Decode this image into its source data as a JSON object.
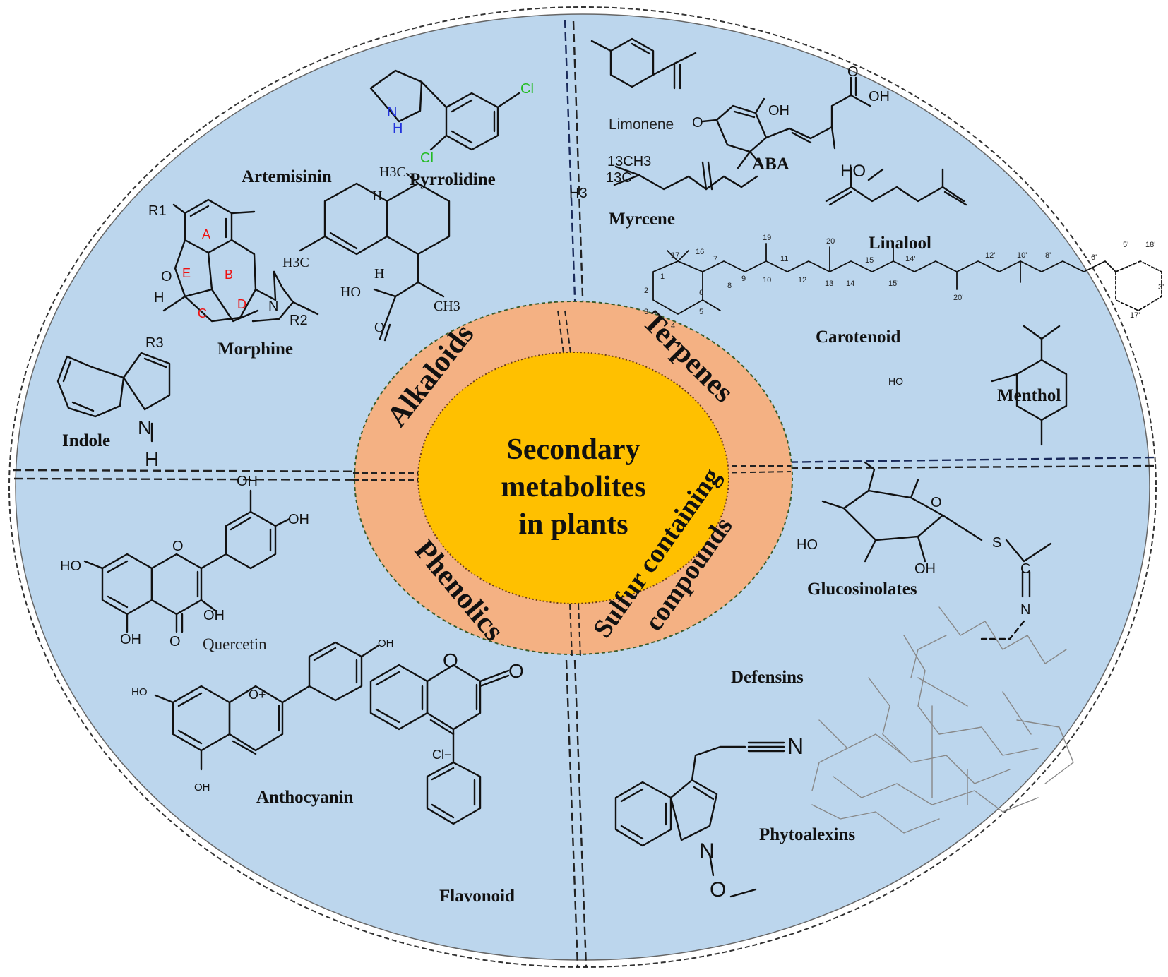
{
  "center": {
    "lines": [
      "Secondary",
      "metabolites",
      "in plants"
    ]
  },
  "ring_labels": {
    "alkaloids": "Alkaloids",
    "terpenes": "Terpenes",
    "phenolics": "Phenolics",
    "sulfur_line1": "Sulfur containing",
    "sulfur_line2": "compounds"
  },
  "compounds": {
    "artemisinin": "Artemisinin",
    "pyrrolidine": "Pyrrolidine",
    "morphine": "Morphine",
    "indole": "Indole",
    "limonene": "Limonene",
    "aba": "ABA",
    "myrcene": "Myrcene",
    "linalool": "Linalool",
    "carotenoid": "Carotenoid",
    "menthol": "Menthol",
    "glucosinolates": "Glucosinolates",
    "defensins": "Defensins",
    "phytoalexins": "Phytoalexins",
    "quercetin": "Quercetin",
    "anthocyanin": "Anthocyanin",
    "flavonoid": "Flavonoid"
  },
  "atoms": {
    "cl1": "Cl",
    "cl2": "Cl",
    "nh_pyr": "N",
    "h_pyr": "H",
    "h3c_art": "H3C",
    "h_art1": "H",
    "h_art2": "H",
    "h3c_art2": "H3C",
    "ch3_art": "CH3",
    "ho_art": "HO",
    "o_art": "O",
    "r1": "R1",
    "r2": "R2",
    "r3": "R3",
    "ring_a": "A",
    "ring_b": "B",
    "ring_c": "C",
    "ring_d": "D",
    "ring_e": "E",
    "o_morph": "O",
    "h_morph": "H",
    "n_morph": "N",
    "n_indole": "N",
    "h_indole": "H",
    "oh_aba": "OH",
    "o_aba": "O",
    "cooh_aba": "OH",
    "o2_aba": "O",
    "ch3_myr": "13CH3",
    "c13_myr": "13C",
    "h3c_myr": "H3",
    "ho_lin": "HO",
    "ho_men": "HO",
    "ho_glu": "HO",
    "oh_glu": "OH",
    "o_glu": "O",
    "s_glu": "S",
    "c_glu": "C",
    "n_glu": "N",
    "n_phy": "N",
    "n2_phy": "N",
    "o_phy": "O",
    "oh_q1": "OH",
    "oh_q2": "OH",
    "ho_q": "HO",
    "oh_q3": "OH",
    "oh_q4": "OH",
    "o_q": "O",
    "o_q2": "O",
    "oh_a1": "OH",
    "ho_a": "HO",
    "oh_a2": "OH",
    "o_a": "O+",
    "o_f1": "O",
    "o_f2": "O",
    "cl_f": "Cl−"
  },
  "colors": {
    "background": "#bcd6ed",
    "ring": "#f4b183",
    "core": "#ffc000",
    "chlorine": "#22bb22",
    "nitrogen": "#2233dd",
    "ring_letters": "#ee1111"
  }
}
